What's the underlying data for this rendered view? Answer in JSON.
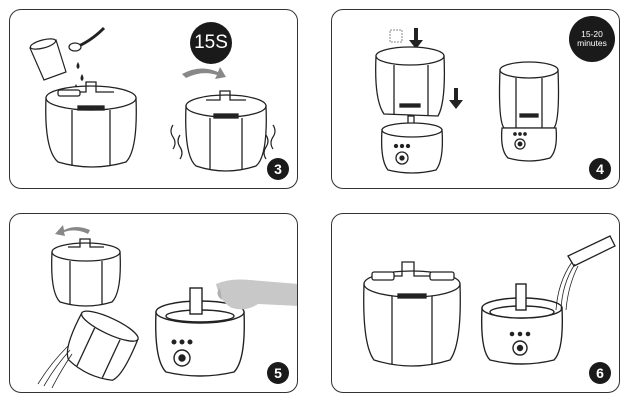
{
  "panels": [
    {
      "step": "3",
      "badge": "15S"
    },
    {
      "step": "4",
      "badge_lines": [
        "15-20",
        "minutes"
      ]
    },
    {
      "step": "5"
    },
    {
      "step": "6"
    }
  ],
  "icons": [
    "rotate-arrow-icon",
    "down-arrow-icon",
    "rotate-back-arrow-icon"
  ],
  "colors": {
    "ink": "#1a1a1a",
    "hand_gray": "#c8c8c8",
    "panel_border": "#333333"
  }
}
